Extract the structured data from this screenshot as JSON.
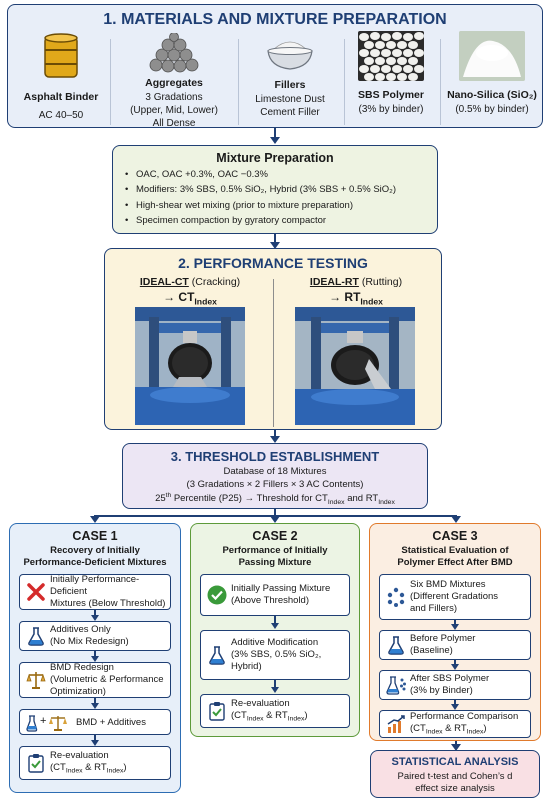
{
  "section1": {
    "title": "1. MATERIALS AND MIXTURE PREPARATION",
    "items": [
      {
        "name": "Asphalt Binder",
        "line1": "AC 40–50",
        "line2": "",
        "line3": ""
      },
      {
        "name": "Aggregates",
        "line1": "3 Gradations",
        "line2": "(Upper, Mid, Lower)",
        "line3": "All Dense"
      },
      {
        "name": "Fillers",
        "line1": "Limestone Dust",
        "line2": "Cement Filler",
        "line3": ""
      },
      {
        "name": "SBS Polymer",
        "line1": "(3% by binder)",
        "line2": "",
        "line3": ""
      },
      {
        "name": "Nano-Silica (SiO₂)",
        "line1": "(0.5% by binder)",
        "line2": "",
        "line3": ""
      }
    ]
  },
  "mixture": {
    "title": "Mixture Preparation",
    "bullets": [
      "OAC, OAC +0.3%, OAC −0.3%",
      "Modifiers: 3% SBS, 0.5% SiO₂, Hybrid (3% SBS + 0.5% SiO₂)",
      "High-shear wet mixing (prior to mixture preparation)",
      "Specimen compaction by gyratory compactor"
    ]
  },
  "section2": {
    "title": "2. PERFORMANCE TESTING",
    "ct_name": "IDEAL-CT",
    "ct_desc": " (Cracking)",
    "ct_out": "→ CT",
    "ct_sub": "Index",
    "rt_name": "IDEAL-RT",
    "rt_desc": " (Rutting)",
    "rt_out": "→ RT",
    "rt_sub": "Index"
  },
  "section3": {
    "title": "3. THRESHOLD ESTABLISHMENT",
    "line1": "Database of 18 Mixtures",
    "line2": "(3 Gradations × 2 Fillers × 3 AC Contents)",
    "line3a": "25",
    "line3b": "th",
    "line3c": " Percentile (P25) → Threshold for CT",
    "line3d": "Index",
    "line3e": " and RT",
    "line3f": "Index"
  },
  "case1": {
    "title": "CASE 1",
    "subtitle1": "Recovery of Initially",
    "subtitle2": "Performance-Deficient Mixtures",
    "steps": [
      {
        "a": "Initially Performance-Deficient",
        "b": "Mixtures (Below Threshold)"
      },
      {
        "a": "Additives Only",
        "b": "(No Mix Redesign)"
      },
      {
        "a": "BMD Redesign",
        "b": "(Volumetric & Performance Optimization)"
      },
      {
        "a": "BMD + Additives",
        "b": ""
      },
      {
        "a": "Re-evaluation",
        "b": "(CT"
      }
    ],
    "plus": "+",
    "idx": "Index",
    "amp": " & RT",
    "close": ")"
  },
  "case2": {
    "title": "CASE 2",
    "subtitle1": "Performance of Initially",
    "subtitle2": "Passing Mixture",
    "steps": [
      {
        "a": "Initially Passing Mixture",
        "b": "(Above Threshold)"
      },
      {
        "a": "Additive Modification",
        "b": "(3% SBS, 0.5% SiO₂,",
        "c": "Hybrid)"
      },
      {
        "a": "Re-evaluation",
        "b": "(CT"
      }
    ],
    "idx": "Index",
    "amp": " & RT",
    "close": ")"
  },
  "case3": {
    "title": "CASE 3",
    "subtitle1": "Statistical Evaluation of",
    "subtitle2": "Polymer Effect After BMD",
    "steps": [
      {
        "a": "Six BMD Mixtures",
        "b": "(Different Gradations",
        "c": "and Fillers)"
      },
      {
        "a": "Before Polymer",
        "b": "(Baseline)"
      },
      {
        "a": "After SBS Polymer",
        "b": "(3% by Binder)"
      },
      {
        "a": "Performance Comparison",
        "b": "(CT"
      }
    ],
    "idx": "Index",
    "amp": " & RT",
    "close": ")"
  },
  "stats": {
    "title": "STATISTICAL ANALYSIS",
    "line1": "Paired t-test and Cohen’s d",
    "line2": "effect size analysis"
  },
  "colors": {
    "navy": "#1f3f74",
    "section1_bg": "#e8eef8",
    "mixture_bg": "#eef3e2",
    "section2_bg": "#fbf3dc",
    "section3_bg": "#ece6f4",
    "case1_border": "#2d6db3",
    "case1_bg": "#e7eff9",
    "case2_border": "#5d9a3a",
    "case2_bg": "#ecf4e4",
    "case3_border": "#e07a2c",
    "case3_bg": "#fbeee2",
    "stats_bg": "#f9e0e4",
    "check_green": "#3a9a3a",
    "cross_red": "#d42a2a"
  }
}
